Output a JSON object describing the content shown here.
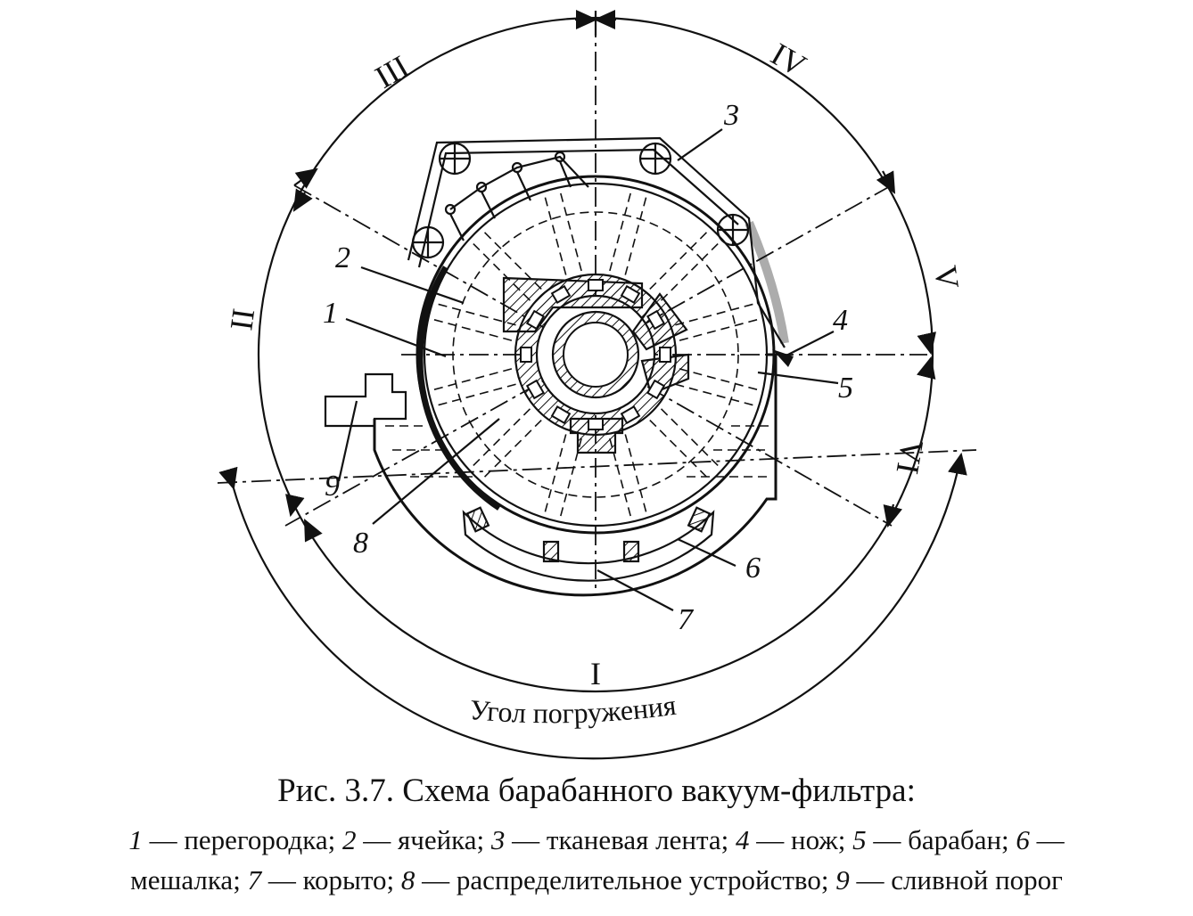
{
  "figure": {
    "zones": [
      "I",
      "II",
      "III",
      "IV",
      "V",
      "VI"
    ],
    "parts": [
      "1",
      "2",
      "3",
      "4",
      "5",
      "6",
      "7",
      "8",
      "9"
    ],
    "immersion_label": "Угол погружения"
  },
  "caption": "Рис. 3.7. Схема барабанного вакуум-фильтра:",
  "legend": {
    "line1": [
      {
        "num": "1",
        "text": " — перегородка; "
      },
      {
        "num": "2",
        "text": " — ячейка; "
      },
      {
        "num": "3",
        "text": " — тканевая лента; "
      },
      {
        "num": "4",
        "text": " — нож; "
      },
      {
        "num": "5",
        "text": " — барабан; "
      },
      {
        "num": "6",
        "text": " —"
      }
    ],
    "line2": [
      {
        "num": "",
        "text": "мешалка; "
      },
      {
        "num": "7",
        "text": " — корыто; "
      },
      {
        "num": "8",
        "text": " — распределительное устройство; "
      },
      {
        "num": "9",
        "text": " — сливной порог"
      }
    ]
  }
}
